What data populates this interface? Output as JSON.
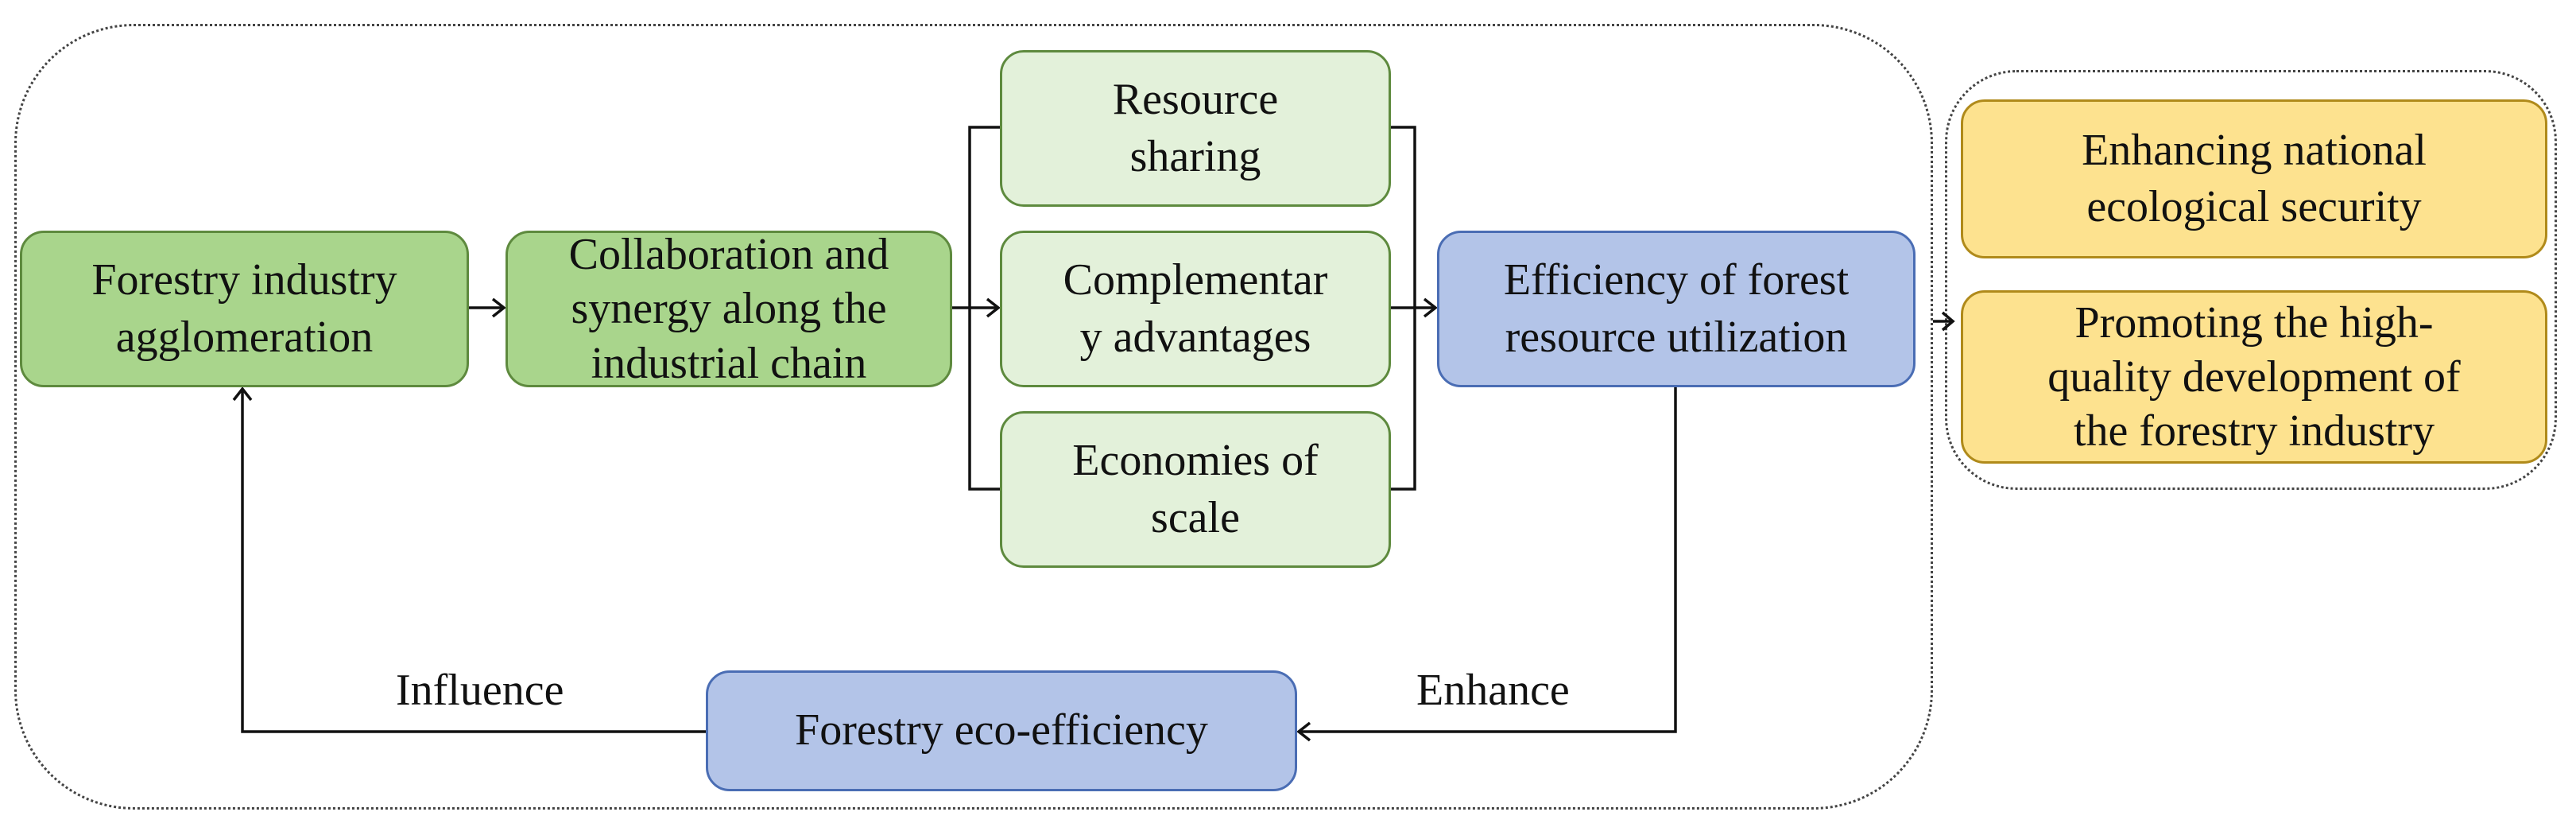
{
  "nodes": {
    "agglomeration": [
      "Forestry industry",
      "agglomeration"
    ],
    "collaboration": [
      "Collaboration and",
      "synergy along the",
      "industrial chain"
    ],
    "resource_sharing": [
      "Resource",
      "sharing"
    ],
    "complementary": [
      "Complementar",
      "y advantages"
    ],
    "economies": [
      "Economies of",
      "scale"
    ],
    "efficiency": [
      "Efficiency of forest",
      "resource utilization"
    ],
    "eco_efficiency": [
      "Forestry eco-efficiency"
    ],
    "ecological_security": [
      "Enhancing national",
      "ecological security"
    ],
    "high_quality": [
      "Promoting the high-",
      "quality development of",
      "the forestry industry"
    ]
  },
  "edge_labels": {
    "influence": "Influence",
    "enhance": "Enhance"
  },
  "colors": {
    "primary_green": "#a9d58c",
    "light_green": "#e3f1da",
    "blue": "#b3c4e8",
    "yellow": "#fde28f"
  }
}
